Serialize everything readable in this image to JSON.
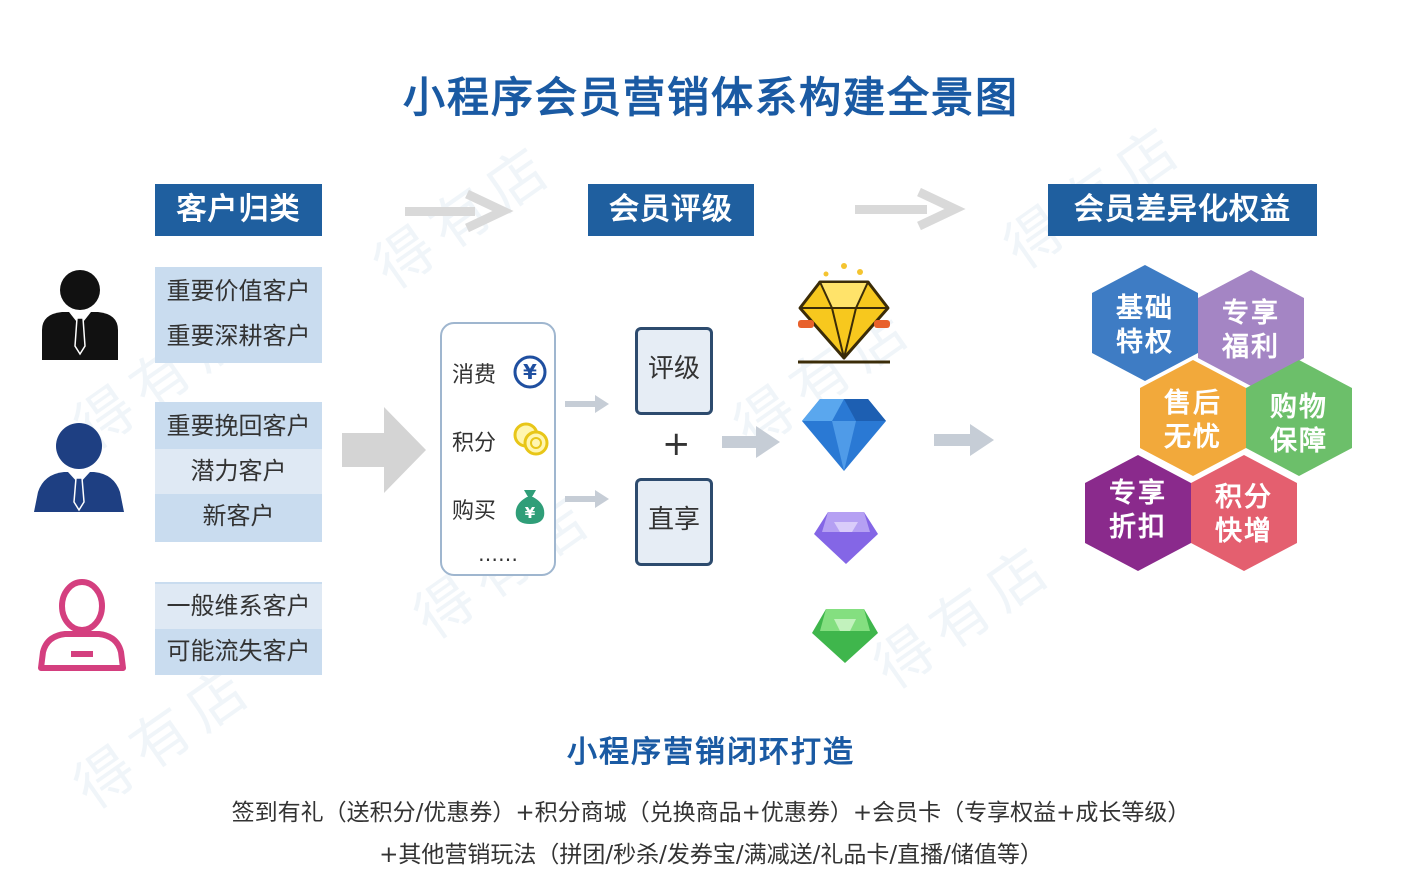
{
  "title": "小程序会员营销体系构建全景图",
  "sections": {
    "classify": "客户归类",
    "rating": "会员评级",
    "benefits": "会员差异化权益"
  },
  "customer_groups": [
    {
      "icon": "businessman-icon",
      "items": [
        "重要价值客户",
        "重要深耕客户"
      ]
    },
    {
      "icon": "person-blue-icon",
      "items": [
        "重要挽回客户",
        "潜力客户",
        "新客户"
      ]
    },
    {
      "icon": "person-outline-icon",
      "items": [
        "一般维系客户",
        "可能流失客户"
      ]
    }
  ],
  "behaviors": {
    "items": [
      {
        "label": "消费",
        "icon": "yuan-coin-icon"
      },
      {
        "label": "积分",
        "icon": "coins-icon"
      },
      {
        "label": "购买",
        "icon": "money-bag-icon"
      }
    ],
    "more": "……"
  },
  "rating_boxes": {
    "rating": "评级",
    "plus": "+",
    "direct": "直享"
  },
  "gem_icons": [
    "gold-diamond-icon",
    "blue-diamond-icon",
    "purple-gem-icon",
    "green-gem-icon"
  ],
  "hexagons": [
    {
      "label": [
        "基础",
        "特权"
      ],
      "color": "#3e7cc4"
    },
    {
      "label": [
        "专享",
        "福利"
      ],
      "color": "#a485c4"
    },
    {
      "label": [
        "售后",
        "无忧"
      ],
      "color": "#f2a93b"
    },
    {
      "label": [
        "购物",
        "保障"
      ],
      "color": "#6cbf6a"
    },
    {
      "label": [
        "专享",
        "折扣"
      ],
      "color": "#8a2a8c"
    },
    {
      "label": [
        "积分",
        "快增"
      ],
      "color": "#e45f6f"
    }
  ],
  "bottom": {
    "title": "小程序营销闭环打造",
    "line1": "签到有礼（送积分/优惠券）+积分商城（兑换商品+优惠券）+会员卡（专享权益+成长等级）",
    "line2": "+其他营销玩法（拼团/秒杀/发券宝/满减送/礼品卡/直播/储值等）"
  },
  "watermark": "得有店",
  "colors": {
    "primary": "#1f5f9f",
    "title": "#1a5aa3"
  }
}
